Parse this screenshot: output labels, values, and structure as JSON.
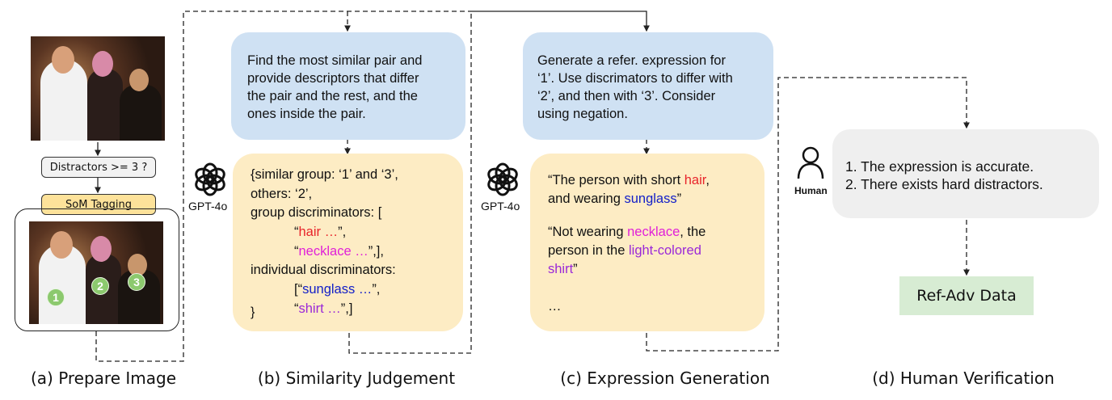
{
  "prepare": {
    "distractors_check": "Distractors >= 3 ?",
    "som_tagging": "SoM Tagging",
    "tags": [
      "1",
      "2",
      "3"
    ]
  },
  "similarity": {
    "prompt_lines": [
      "Find the most similar pair and",
      "provide descriptors that differ",
      "the pair and the rest, and the",
      "ones inside the pair."
    ],
    "model_label": "GPT-4o",
    "output": {
      "l1": "{similar group: ‘1’ and ‘3’,",
      "l2": "others: ‘2’,",
      "l3": "group discriminators: [",
      "hair_open": "“",
      "hair": "hair …",
      "hair_close": "”,",
      "neck_open": "“",
      "necklace": "necklace …",
      "neck_close": "”,],",
      "l6": "individual discriminators:",
      "sung_open": "[“",
      "sunglass": "sunglass …",
      "sung_close": "”,",
      "shirt_open": "“",
      "shirt": "shirt …",
      "shirt_close": "”,]",
      "l9": "}"
    }
  },
  "expression": {
    "prompt_lines": [
      "Generate a refer. expression for",
      "‘1’. Use discrimators to differ with",
      "‘2’, and then with ‘3’. Consider",
      "using negation."
    ],
    "model_label": "GPT-4o",
    "output": {
      "e1_pre": "“The person with short ",
      "e1_hair": "hair",
      "e1_comma": ",",
      "e2_pre": "and wearing ",
      "e2_sunglass": "sunglass",
      "e2_post": "”",
      "e3_pre": "“Not wearing ",
      "e3_necklace": "necklace",
      "e3_post": ", the",
      "e4_pre": "person in the ",
      "e4_light": "light-colored",
      "e5_shirt": "shirt",
      "e5_post": "”",
      "ellipsis": "…"
    }
  },
  "verification": {
    "human_label": "Human",
    "lines": [
      "1. The expression is accurate.",
      "2. There exists hard distractors."
    ],
    "result": "Ref-Adv Data"
  },
  "captions": {
    "a": "(a) Prepare Image",
    "b": "(b) Similarity Judgement",
    "c": "(c) Expression Generation",
    "d": "(d) Human Verification"
  },
  "colors": {
    "prompt_bg": "#cfe1f3",
    "output_bg": "#fdecc4",
    "verify_bg": "#efefef",
    "result_bg": "#d7ecd3",
    "som_bg": "#fde29a",
    "red": "#e8242b",
    "magenta": "#e020d8",
    "blue": "#1420c8",
    "purple": "#9a28d8"
  }
}
